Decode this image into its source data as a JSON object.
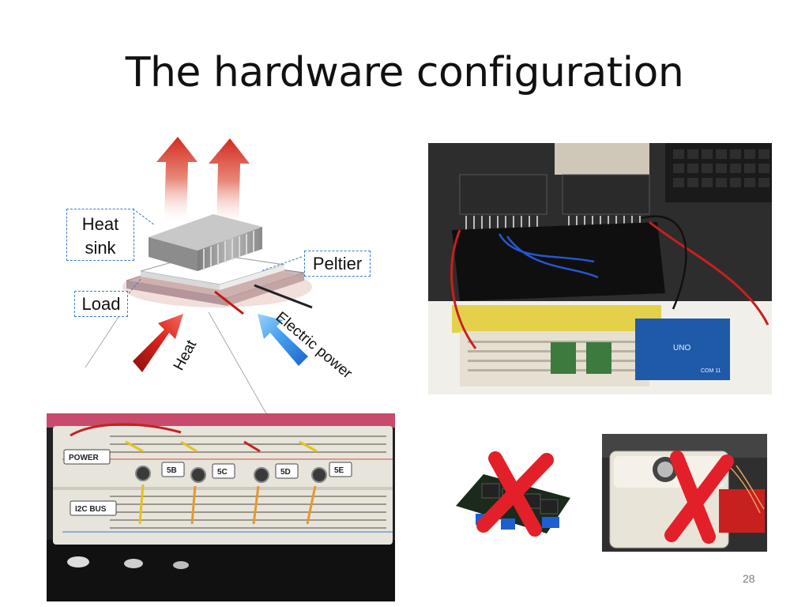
{
  "slide": {
    "title": "The hardware configuration",
    "page_number": "28"
  },
  "peltier_diagram": {
    "labels": {
      "heat_sink": "Heat sink",
      "peltier": "Peltier",
      "load": "Load",
      "heat": "Heat",
      "electric_power": "Electric power"
    }
  },
  "breadboard_photo": {
    "labels": {
      "power": "POWER",
      "i2c_bus": "I2C BUS",
      "ports": [
        "5B",
        "5C",
        "5D",
        "5E"
      ]
    }
  },
  "arduino_photo": {
    "labels": {
      "board": "UNO",
      "com": "COM 11"
    }
  },
  "rejected_options": [
    "relay-board-photo",
    "fan-enclosure-photo"
  ],
  "colors": {
    "title": "#111111",
    "callout_border": "#3a7bc8",
    "reject_mark": "#e3202a",
    "heat_arrow": "#d42a1f",
    "power_arrow": "#3d9cf0"
  }
}
